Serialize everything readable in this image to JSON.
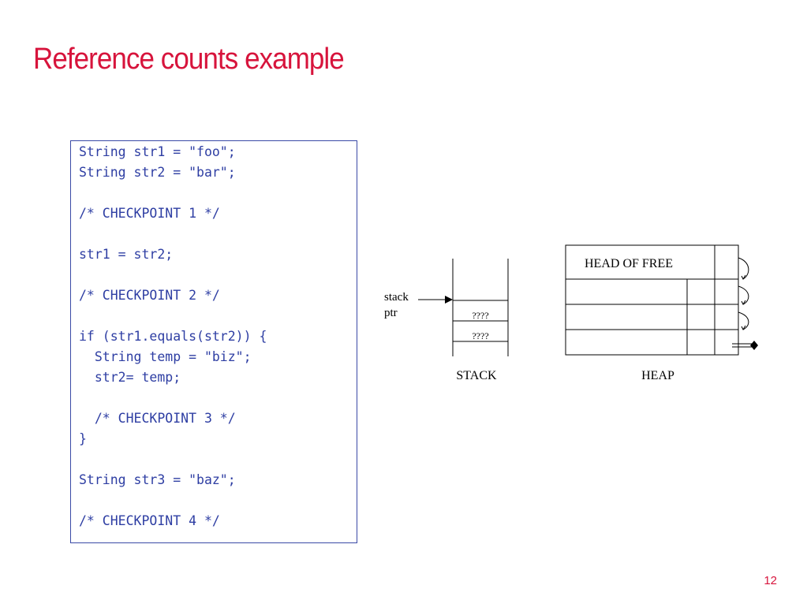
{
  "slide": {
    "title": "Reference counts example",
    "page_number": "12",
    "accent_color": "#d7143c",
    "code_color": "#2e3ea3"
  },
  "code": {
    "lines": [
      "String str1 = \"foo\";",
      "String str2 = \"bar\";",
      "",
      "/* CHECKPOINT 1 */",
      "",
      "str1 = str2;",
      "",
      "/* CHECKPOINT 2 */",
      "",
      "if (str1.equals(str2)) {",
      "  String temp = \"biz\";",
      "  str2= temp;",
      "",
      "  /* CHECKPOINT 3 */",
      "}",
      "",
      "String str3 = \"baz\";",
      "",
      "/* CHECKPOINT 4 */"
    ]
  },
  "stack": {
    "label": "STACK",
    "pointer_label_line1": "stack",
    "pointer_label_line2": "ptr",
    "cells": [
      "????",
      "????"
    ]
  },
  "heap": {
    "label": "HEAP",
    "head_label": "HEAD OF FREE"
  }
}
